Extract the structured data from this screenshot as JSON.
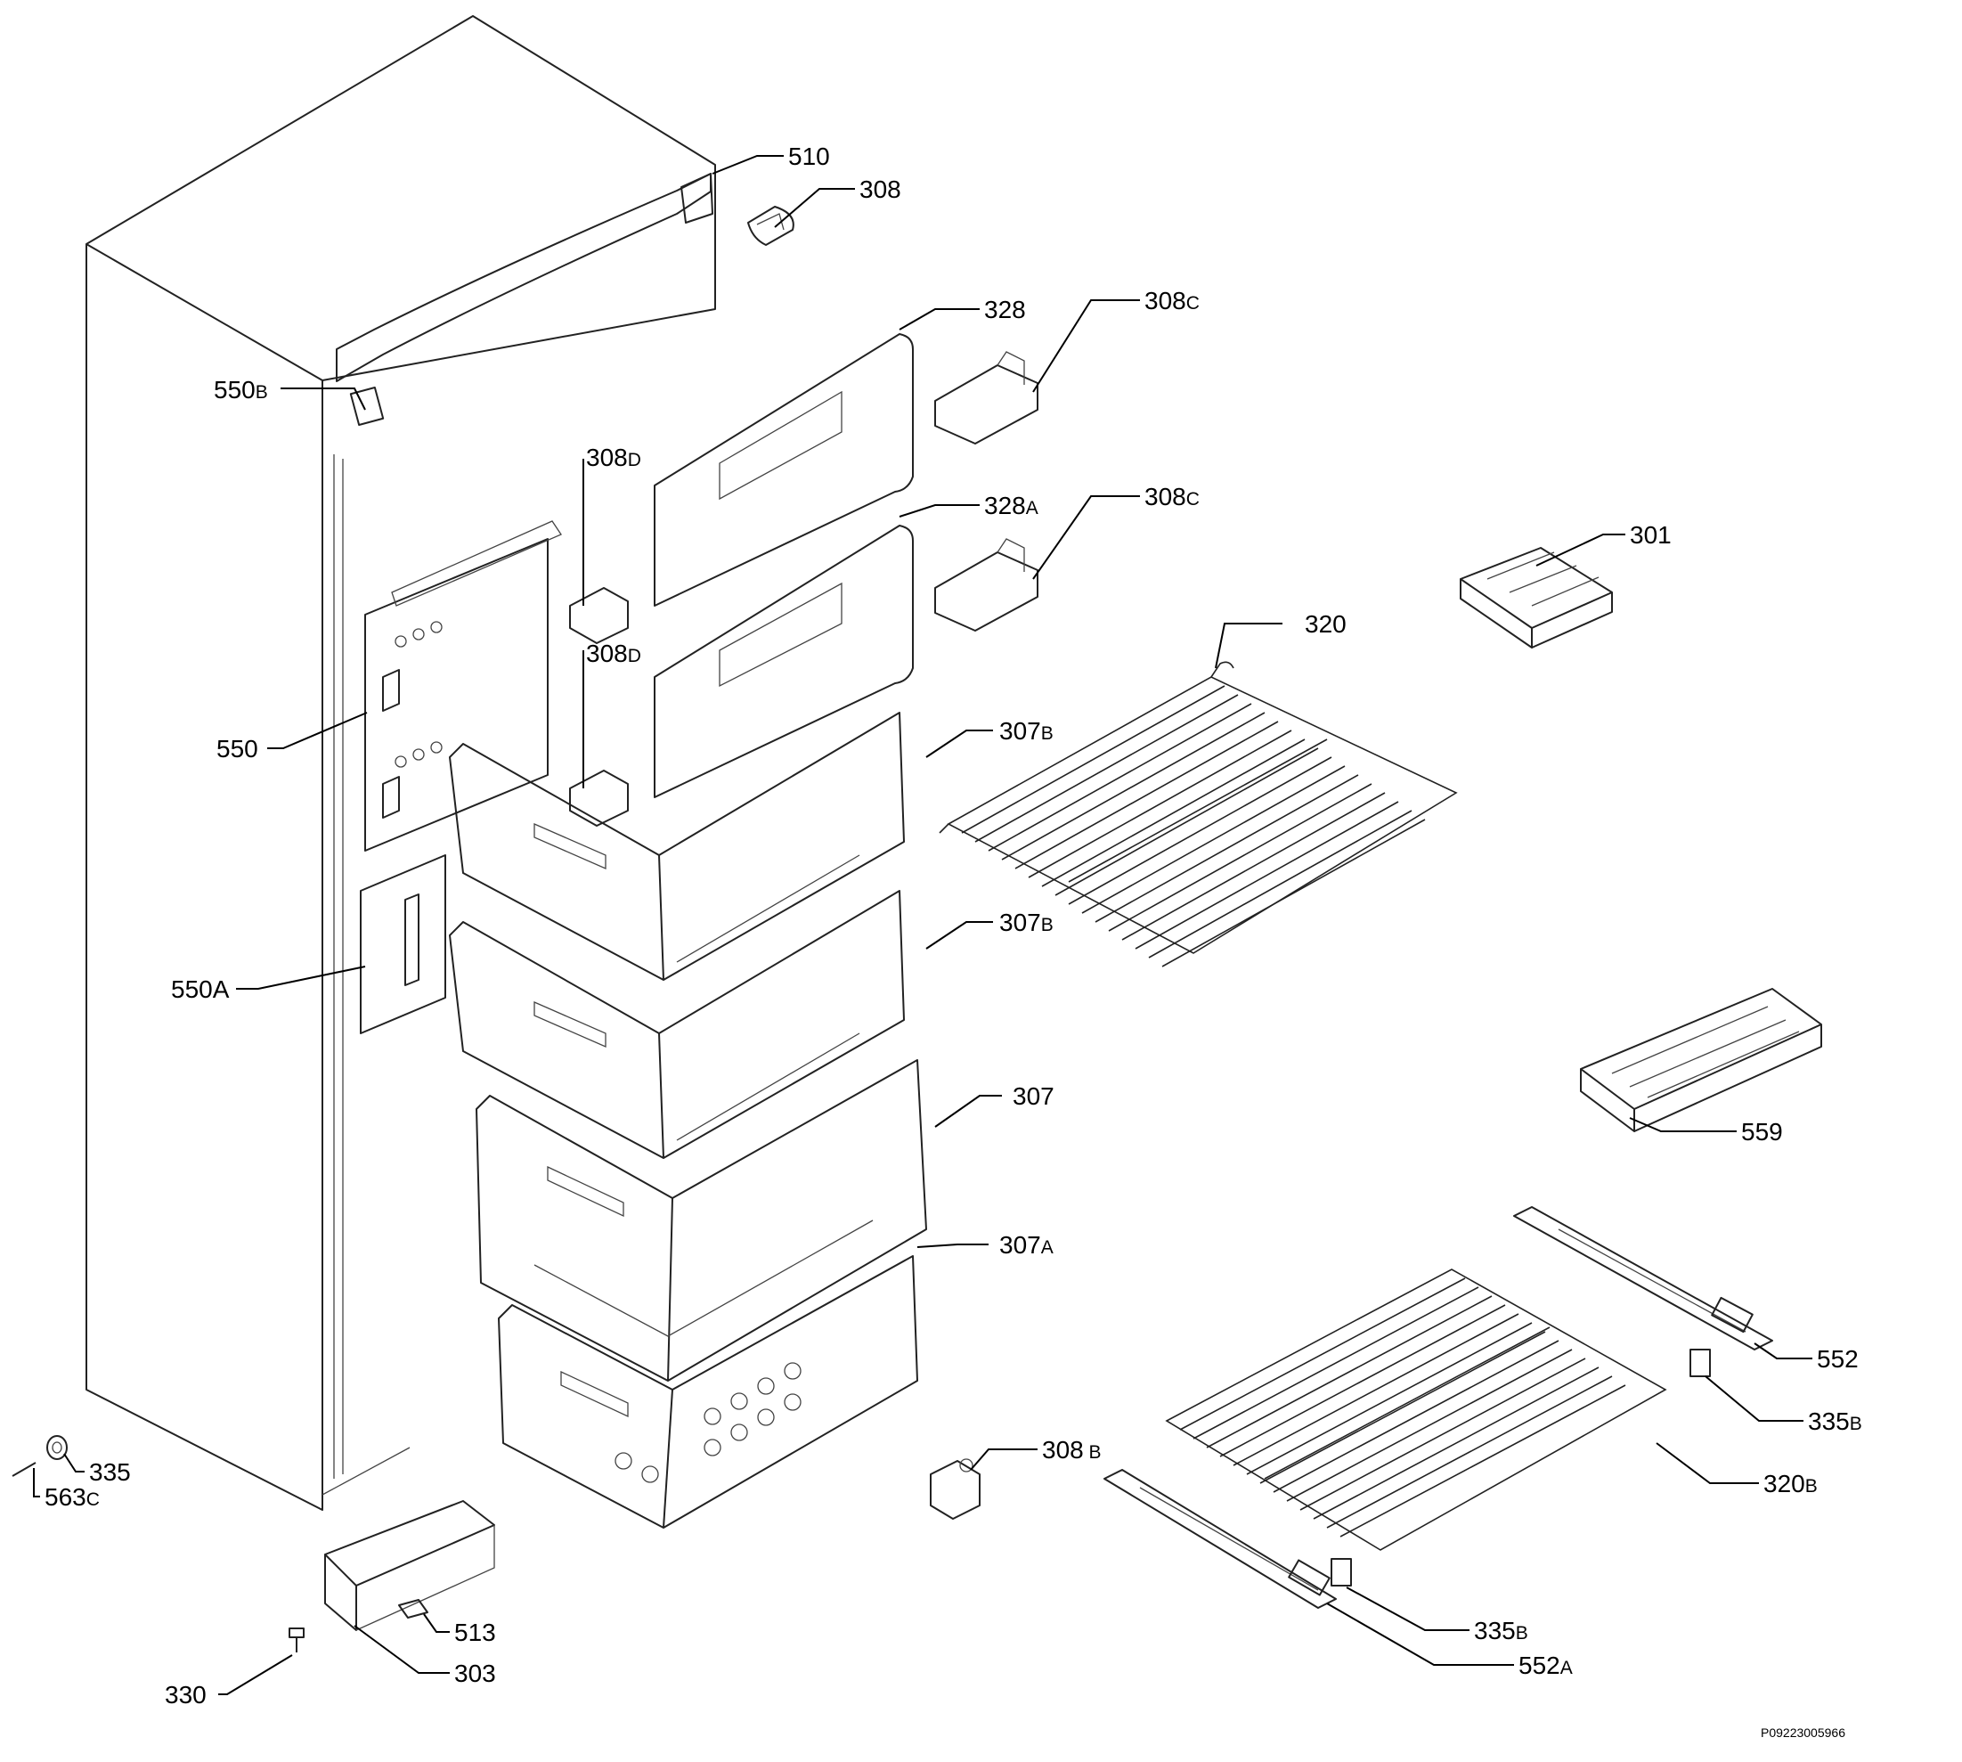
{
  "drawing_code": "P09223005966",
  "callouts": [
    {
      "id": "c510",
      "num": "510",
      "suffix": ""
    },
    {
      "id": "c308",
      "num": "308",
      "suffix": ""
    },
    {
      "id": "c328",
      "num": "328",
      "suffix": ""
    },
    {
      "id": "c308c1",
      "num": "308",
      "suffix": "C"
    },
    {
      "id": "c550b",
      "num": "550",
      "suffix": "B"
    },
    {
      "id": "c308d1",
      "num": "308",
      "suffix": "D"
    },
    {
      "id": "c328a",
      "num": "328",
      "suffix": "A"
    },
    {
      "id": "c308c2",
      "num": "308",
      "suffix": "C"
    },
    {
      "id": "c301",
      "num": "301",
      "suffix": ""
    },
    {
      "id": "c320",
      "num": "320",
      "suffix": ""
    },
    {
      "id": "c308d2",
      "num": "308",
      "suffix": "D"
    },
    {
      "id": "c307b1",
      "num": "307",
      "suffix": "B"
    },
    {
      "id": "c550",
      "num": "550",
      "suffix": ""
    },
    {
      "id": "c307b2",
      "num": "307",
      "suffix": "B"
    },
    {
      "id": "c550a",
      "num": "550A",
      "suffix": ""
    },
    {
      "id": "c307",
      "num": "307",
      "suffix": ""
    },
    {
      "id": "c559",
      "num": "559",
      "suffix": ""
    },
    {
      "id": "c307a",
      "num": "307",
      "suffix": "A"
    },
    {
      "id": "c552",
      "num": "552",
      "suffix": ""
    },
    {
      "id": "c335b1",
      "num": "335",
      "suffix": "B"
    },
    {
      "id": "c308b",
      "num": "308",
      "suffix": " B"
    },
    {
      "id": "c320b",
      "num": "320",
      "suffix": "B"
    },
    {
      "id": "c335",
      "num": "335",
      "suffix": ""
    },
    {
      "id": "c563c",
      "num": "563",
      "suffix": "C"
    },
    {
      "id": "c335b2",
      "num": "335",
      "suffix": "B"
    },
    {
      "id": "c552a",
      "num": "552",
      "suffix": "A"
    },
    {
      "id": "c513",
      "num": "513",
      "suffix": ""
    },
    {
      "id": "c303",
      "num": "303",
      "suffix": ""
    },
    {
      "id": "c330",
      "num": "330",
      "suffix": ""
    }
  ]
}
